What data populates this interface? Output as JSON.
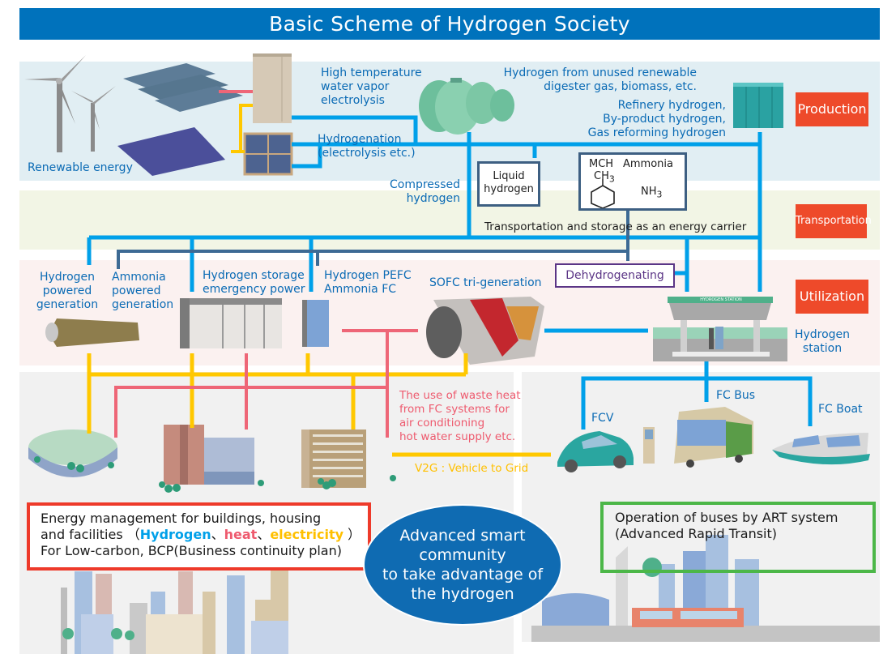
{
  "title": "Basic Scheme of Hydrogen Society",
  "stages": {
    "production": "Production",
    "transportation": "Transportation",
    "utilization": "Utilization"
  },
  "production": {
    "renewable_energy": "Renewable energy",
    "high_temp_electrolysis": [
      "High temperature",
      "water vapor",
      "electrolysis"
    ],
    "hydrogenation": [
      "Hydrogenation",
      "(electrolysis etc.)"
    ],
    "unused_renewable": [
      "Hydrogen from unused renewable",
      "digester gas, biomass, etc."
    ],
    "refinery": [
      "Refinery hydrogen,",
      "By-product hydrogen,",
      "Gas reforming hydrogen"
    ]
  },
  "transportation": {
    "compressed": [
      "Compressed",
      "hydrogen"
    ],
    "liquid": [
      "Liquid",
      "hydrogen"
    ],
    "mch_label": "MCH",
    "ammonia_label": "Ammonia",
    "ch3": "CH",
    "ch3_sub": "3",
    "nh3": "NH",
    "nh3_sub": "3",
    "carrier": "Transportation and storage as an energy carrier"
  },
  "utilization": {
    "hydrogen_powered": [
      "Hydrogen",
      "powered",
      "generation"
    ],
    "ammonia_powered": [
      "Ammonia",
      "powered",
      "generation"
    ],
    "storage_emergency": [
      "Hydrogen storage",
      "emergency power"
    ],
    "pefc": [
      "Hydrogen PEFC",
      "Ammonia FC"
    ],
    "sofc": "SOFC tri-generation",
    "dehydrogenating": "Dehydrogenating",
    "station_sign": "HYDROGEN STATION",
    "hydrogen_station": [
      "Hydrogen",
      "station"
    ]
  },
  "community": {
    "waste_heat": [
      "The use of waste heat",
      "from FC systems for",
      "air conditioning",
      "hot water supply etc."
    ],
    "v2g": "V2G : Vehicle to Grid",
    "fcv": "FCV",
    "fc_bus": "FC Bus",
    "fc_boat": "FC Boat",
    "energy_mgmt": {
      "line1": "Energy management for buildings, housing",
      "line2_prefix": "and facilities （",
      "hydrogen": "Hydrogen",
      "sep1": "、",
      "heat": "heat",
      "sep2": "、",
      "electricity": "electricity",
      "line2_suffix": " ）",
      "line3": "For Low-carbon, BCP(Business continuity plan)"
    },
    "smart_community": [
      "Advanced smart",
      "community",
      "to take advantage of",
      "the hydrogen"
    ],
    "art": [
      "Operation of buses by ART system",
      "(Advanced Rapid Transit)"
    ]
  },
  "colors": {
    "hydrogen_line": "#00a0e9",
    "ammonia_line": "#3d6a94",
    "heat_line": "#ee6677",
    "electricity_line": "#ffc800",
    "stage_tag": "#ee4a2a",
    "title_bar": "#0072bc",
    "energy_box_border": "#ee3a2a",
    "art_box_border": "#4cb748",
    "dehydro_border": "#5b3586"
  }
}
